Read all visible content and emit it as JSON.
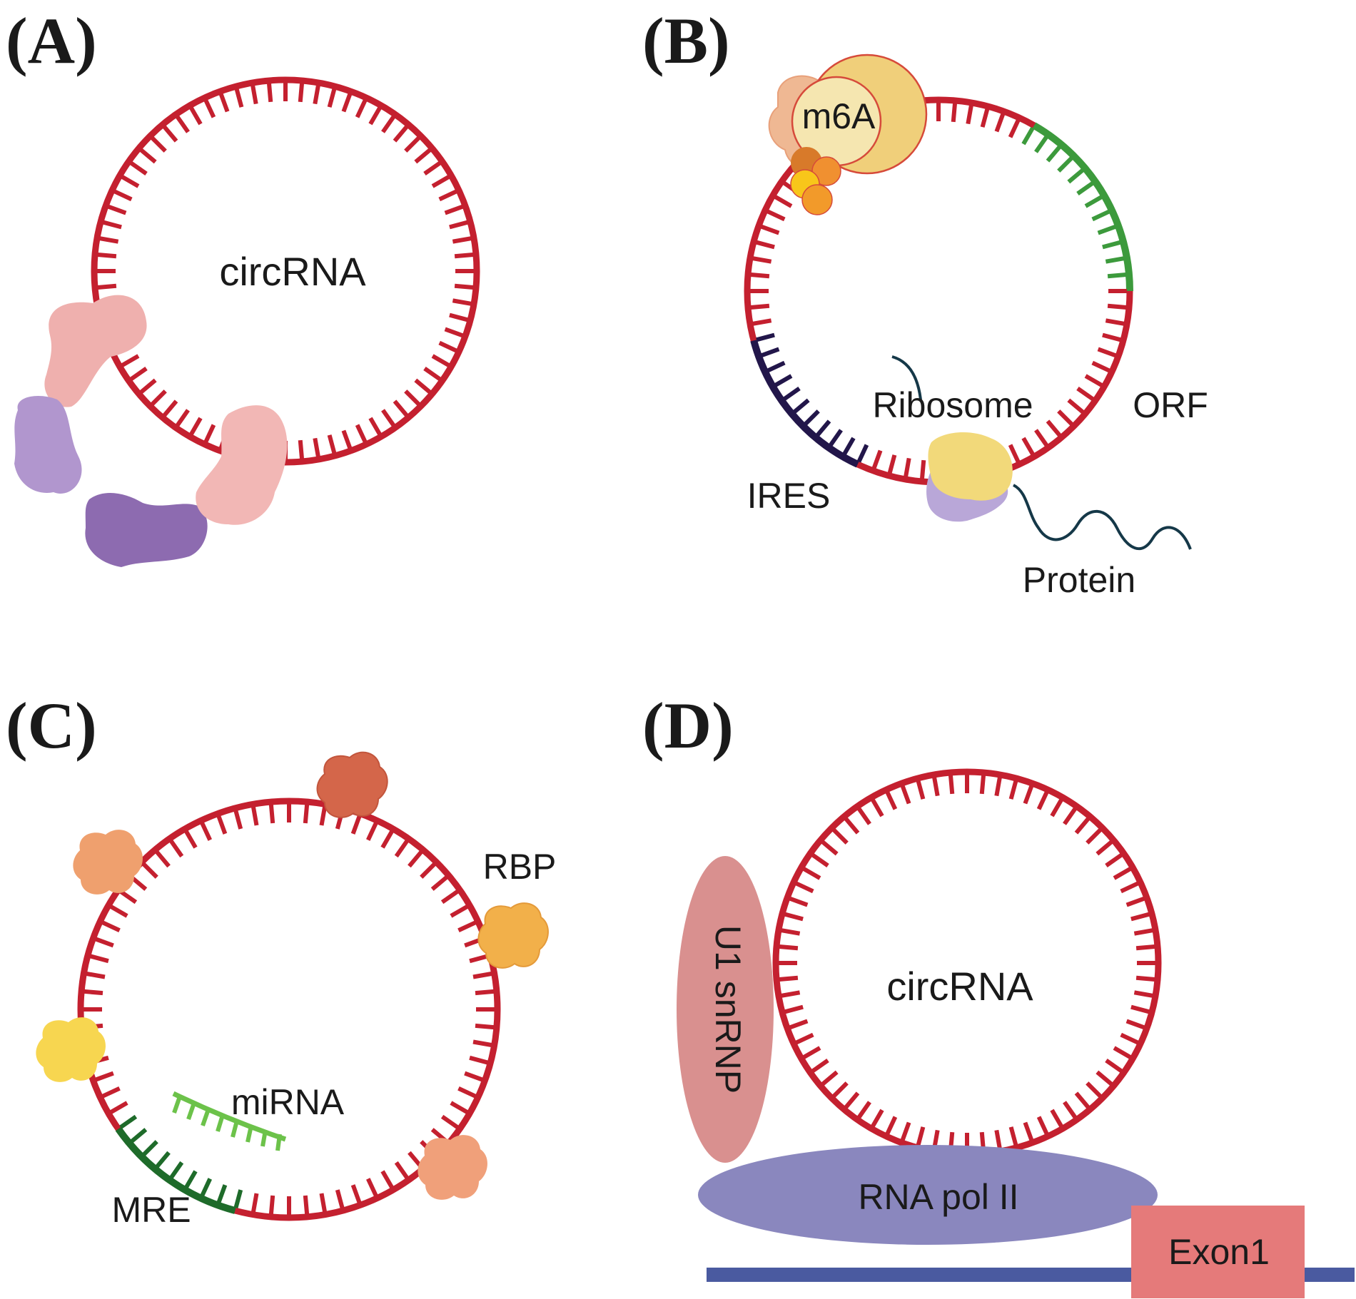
{
  "colors": {
    "rna": "#c4202f",
    "orf": "#3c9a3c",
    "ires": "#22164a",
    "mre": "#1e6b2a",
    "mirna": "#6cc24a",
    "pol": "#8a87be",
    "snrnp": "#d9908f",
    "exon": "#e57a7a",
    "dna": "#4a5aa0",
    "protein_strand": "#153848"
  },
  "panels": {
    "a": {
      "letter": "(A)",
      "circle_label": "circRNA"
    },
    "b": {
      "letter": "(B)",
      "m6a": "m6A",
      "ribosome": "Ribosome",
      "orf": "ORF",
      "ires": "IRES",
      "protein": "Protein"
    },
    "c": {
      "letter": "(C)",
      "rbp": "RBP",
      "mirna": "miRNA",
      "mre": "MRE"
    },
    "d": {
      "letter": "(D)",
      "circle_label": "circRNA",
      "snrnp": "U1 snRNP",
      "pol": "RNA pol II",
      "exon": "Exon1"
    }
  },
  "icons": [
    "protein-blob-icon",
    "ribosome-icon",
    "m6a-reader-icon",
    "rbp-blob-icon"
  ]
}
